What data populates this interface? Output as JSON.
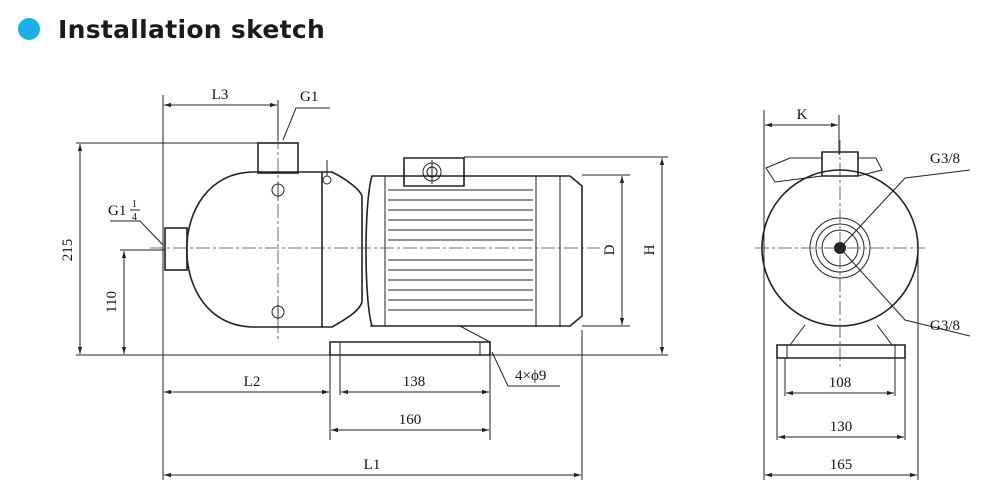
{
  "header": {
    "title": "Installation sketch"
  },
  "side_view": {
    "L3": "L3",
    "G1": "G1",
    "G1_4_main": "G1",
    "G1_4_num": "1",
    "G1_4_den": "4",
    "dim_215": "215",
    "dim_110": "110",
    "D": "D",
    "H": "H",
    "L2": "L2",
    "dim_138": "138",
    "bolt": "4×ϕ9",
    "dim_160": "160",
    "L1": "L1"
  },
  "end_view": {
    "K": "K",
    "G3_8_top": "G3/8",
    "G3_8_bottom": "G3/8",
    "dim_108": "108",
    "dim_130": "130",
    "dim_165": "165"
  }
}
